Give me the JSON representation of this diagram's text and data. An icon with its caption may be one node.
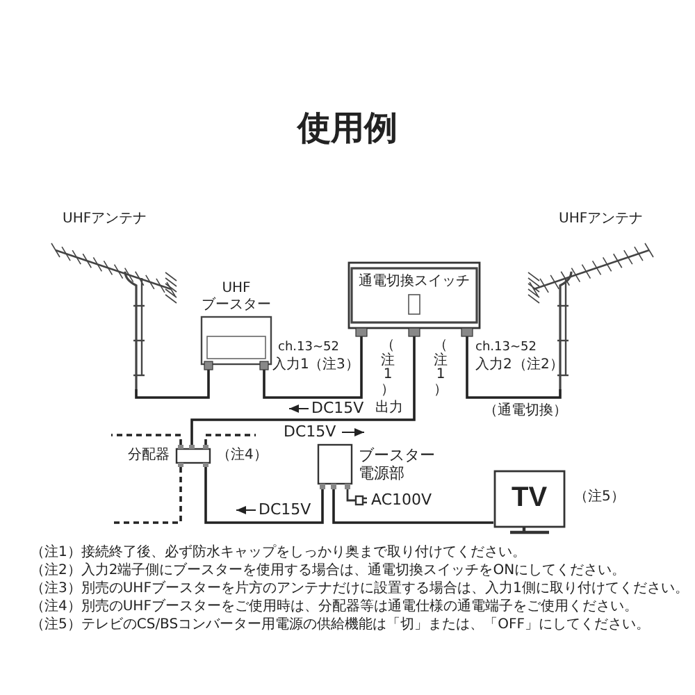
{
  "diagram": {
    "title": "使用例",
    "nodes": [
      {
        "text": [
          "UHFアンテナ"
        ]
      },
      {
        "text": [
          "UHF ブースター"
        ]
      },
      {
        "text": [
          "通電切換スイッチ"
        ]
      },
      {
        "text": [
          "UHFアンテナ"
        ]
      },
      {
        "text": [
          "分配器"
        ],
        "beside": [
          "（注4）"
        ]
      },
      {
        "text": [
          "ブースター電源部"
        ]
      },
      {
        "text": [
          "TV"
        ],
        "beside": [
          "（注5）"
        ]
      }
    ],
    "edges": [
      {
        "from": 0,
        "to": 1,
        "arrow": "none"
      },
      {
        "from": 1,
        "to": 2,
        "arrow": "none"
      },
      {
        "from": 3,
        "to": 2,
        "arrow": "none"
      },
      {
        "from": 2,
        "to": 4,
        "arrow": "none"
      },
      {
        "from": 4,
        "to": null,
        "arrow": "none",
        "style": "dashed"
      },
      {
        "from": 4,
        "to": null,
        "arrow": "none",
        "style": "dashed"
      },
      {
        "from": 4,
        "to": null,
        "arrow": "none",
        "style": "dashed"
      },
      {
        "from": 4,
        "to": 5,
        "arrow": "none"
      },
      {
        "from": 5,
        "to": 6,
        "arrow": "none"
      }
    ],
    "labels": [
      "ch.13~52",
      "入力1",
      "（注3）",
      "（注1）",
      "（注1）",
      "ch.13~52",
      "入力2",
      "（注2）",
      "DC15V",
      "出力",
      "（通電切換）",
      "DC15V",
      "DC15V",
      "AC100V",
      "（注1）接続終了後、必ず防水キャップをしっかり奥まで取り付けてください。",
      "（注2）入力2端子側にブースターを使用する場合は、通電切換スイッチをONにしてください。",
      "（注3）別売のUHFブースターを片方のアンテナだけに設置する場合は、入力1側に取り付けてください。",
      "（注4）別売のUHFブースターをご使用時は、分配器等は通電仕様の通電端子をご使用ください。",
      "（注5）テレビのCS/BSコンバーター用電源の供給機能は「切」または、「OFF」にしてください。"
    ]
  }
}
